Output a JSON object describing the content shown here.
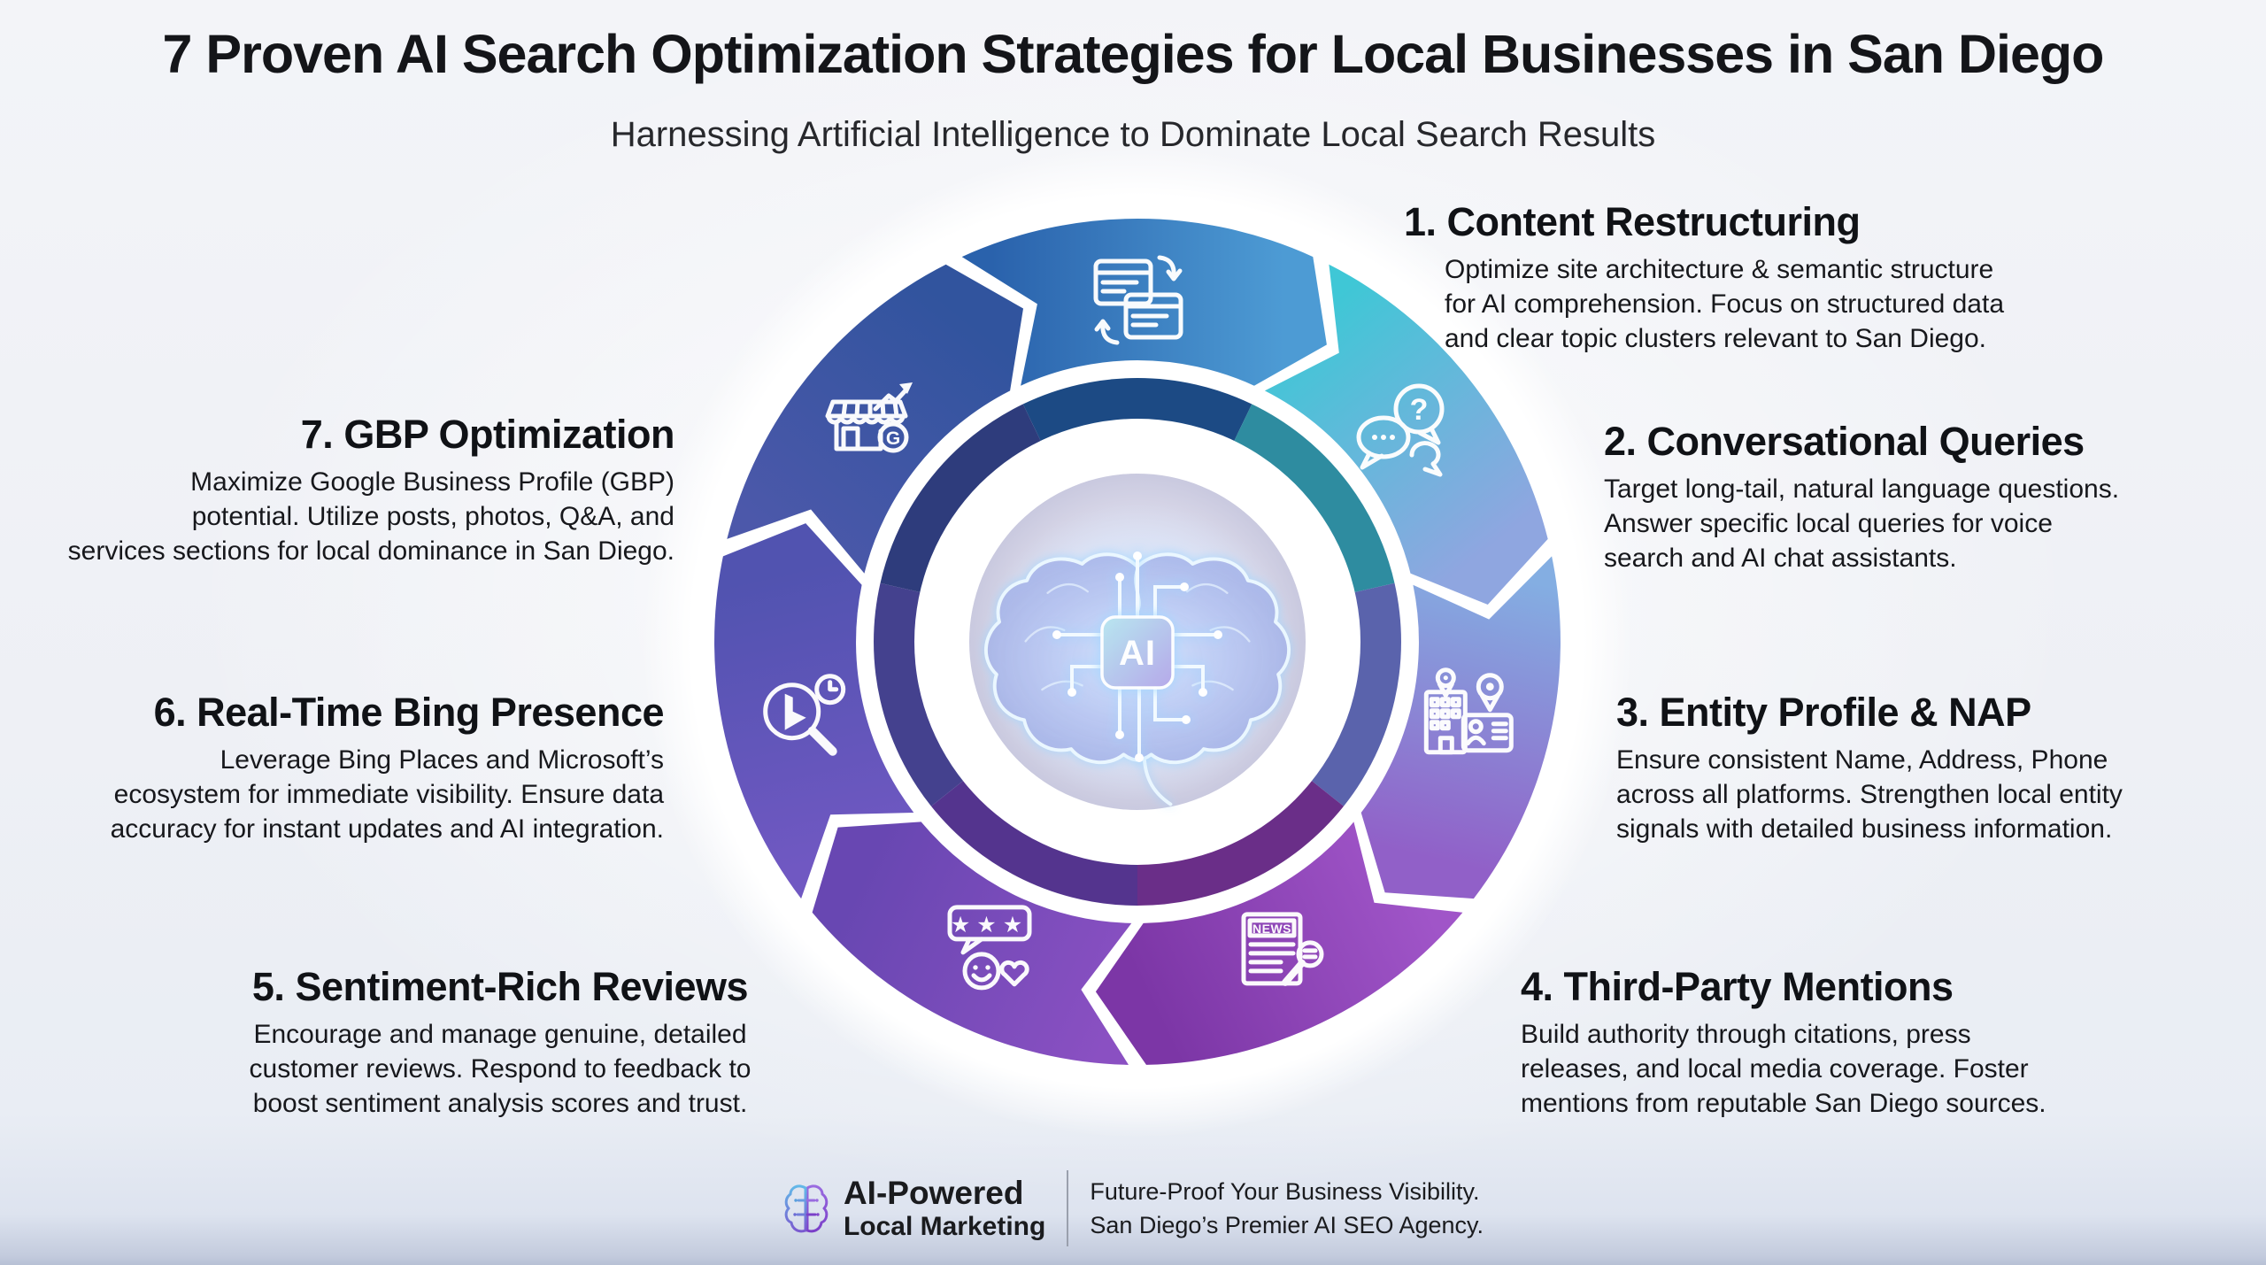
{
  "header": {
    "title": "7 Proven AI Search Optimization Strategies for Local Businesses in San Diego",
    "subtitle": "Harnessing Artificial Intelligence to Dominate Local Search Results"
  },
  "strategies": [
    {
      "label": "1. Content Restructuring",
      "body_lines": [
        "Optimize site architecture & semantic structure",
        "for AI comprehension. Focus on structured data",
        "and clear topic clusters relevant to San Diego."
      ]
    },
    {
      "label": "2. Conversational Queries",
      "body_lines": [
        "Target long-tail, natural language questions.",
        "Answer specific local queries for voice",
        "search and AI chat assistants."
      ]
    },
    {
      "label": "3. Entity Profile & NAP",
      "body_lines": [
        "Ensure consistent Name, Address, Phone",
        "across all platforms. Strengthen local entity",
        "signals with detailed business information."
      ]
    },
    {
      "label": "4. Third-Party Mentions",
      "body_lines": [
        "Build authority through citations, press",
        "releases, and local media coverage. Foster",
        "mentions from reputable San Diego sources."
      ]
    },
    {
      "label": "5. Sentiment-Rich Reviews",
      "body_lines": [
        "Encourage and manage genuine, detailed",
        "customer reviews. Respond to feedback to",
        "boost sentiment analysis scores and trust."
      ]
    },
    {
      "label": "6. Real-Time Bing Presence",
      "body_lines": [
        "Leverage Bing Places and Microsoft’s",
        "ecosystem for immediate visibility. Ensure data",
        "accuracy for instant updates and AI integration."
      ]
    },
    {
      "label": "7. GBP Optimization",
      "body_lines": [
        "Maximize Google Business Profile (GBP)",
        "potential. Utilize posts, photos, Q&A, and",
        "services sections for local dominance in San Diego."
      ]
    }
  ],
  "wheel": {
    "center_label": "AI",
    "icon_labels": {
      "news": "NEWS",
      "google_letter": "G",
      "question_mark": "?",
      "stars": "★★★"
    },
    "segments": [
      {
        "name": "content-restructuring",
        "icon": "sync-documents-icon",
        "from": "#2A62AC",
        "to": "#4D9BD4",
        "dark": "#1C4A84"
      },
      {
        "name": "conversational-queries",
        "icon": "chat-bubbles-icon",
        "from": "#3FC7D6",
        "to": "#8FA6E0",
        "dark": "#2E8CA0"
      },
      {
        "name": "entity-profile-nap",
        "icon": "building-pin-card-icon",
        "from": "#84AEE2",
        "to": "#9160C8",
        "dark": "#5A63AC"
      },
      {
        "name": "third-party-mentions",
        "icon": "news-microphone-icon",
        "from": "#A055C8",
        "to": "#7C36A6",
        "dark": "#6A2E88"
      },
      {
        "name": "sentiment-rich-reviews",
        "icon": "reviews-smiley-icon",
        "from": "#8A50C2",
        "to": "#6847B2",
        "dark": "#54348E"
      },
      {
        "name": "real-time-bing-presence",
        "icon": "bing-search-clock-icon",
        "from": "#7058C2",
        "to": "#5153B0",
        "dark": "#44418E"
      },
      {
        "name": "gbp-optimization",
        "icon": "storefront-google-arrow-icon",
        "from": "#4C58AA",
        "to": "#31549E",
        "dark": "#2E3C7C"
      }
    ]
  },
  "footer": {
    "brand_line1": "AI-Powered",
    "brand_line2": "Local Marketing",
    "tagline_line1": "Future-Proof Your Business Visibility.",
    "tagline_line2": "San Diego’s Premier AI SEO Agency."
  },
  "palette": {
    "background": "#EEF0F5",
    "halo": "#FFFFFF",
    "heading_text": "#121419",
    "body_text": "#17181C",
    "divider": "#9AA0AD",
    "bottom_strip": "#C3CBDD",
    "chip_from": "#B9E8F0",
    "chip_to": "#B7A6E8"
  }
}
